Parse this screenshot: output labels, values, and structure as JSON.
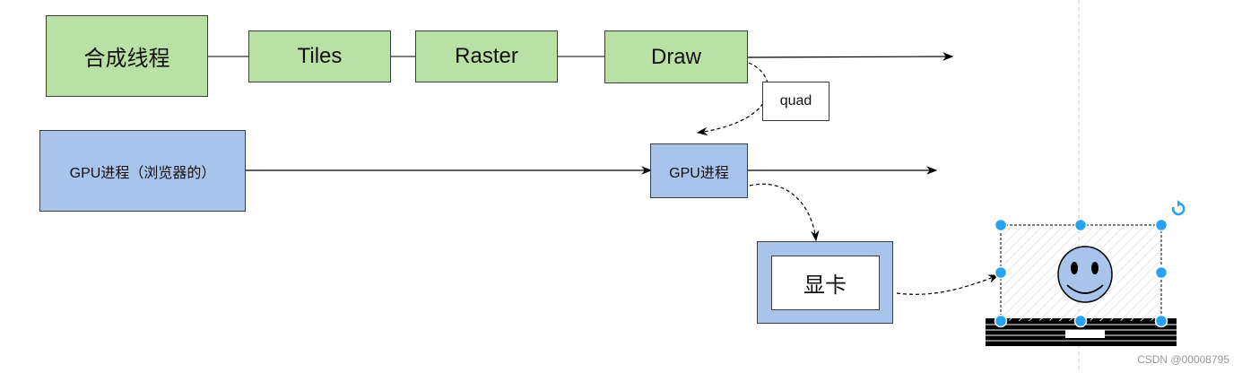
{
  "diagram": {
    "compositor_thread": "合成线程",
    "tiles": "Tiles",
    "raster": "Raster",
    "draw": "Draw",
    "quad": "quad",
    "gpu_process_browser": "GPU进程（浏览器的）",
    "gpu_process": "GPU进程",
    "graphics_card": "显卡"
  },
  "watermark": "CSDN @00008795",
  "colors": {
    "green_fill": "#b9e0a5",
    "blue_fill": "#a9c4eb",
    "handle": "#29a3f0",
    "outline": "#3d3d3d"
  },
  "icons": [
    "smiley-icon",
    "rotate-icon",
    "monitor-stand-icon"
  ]
}
